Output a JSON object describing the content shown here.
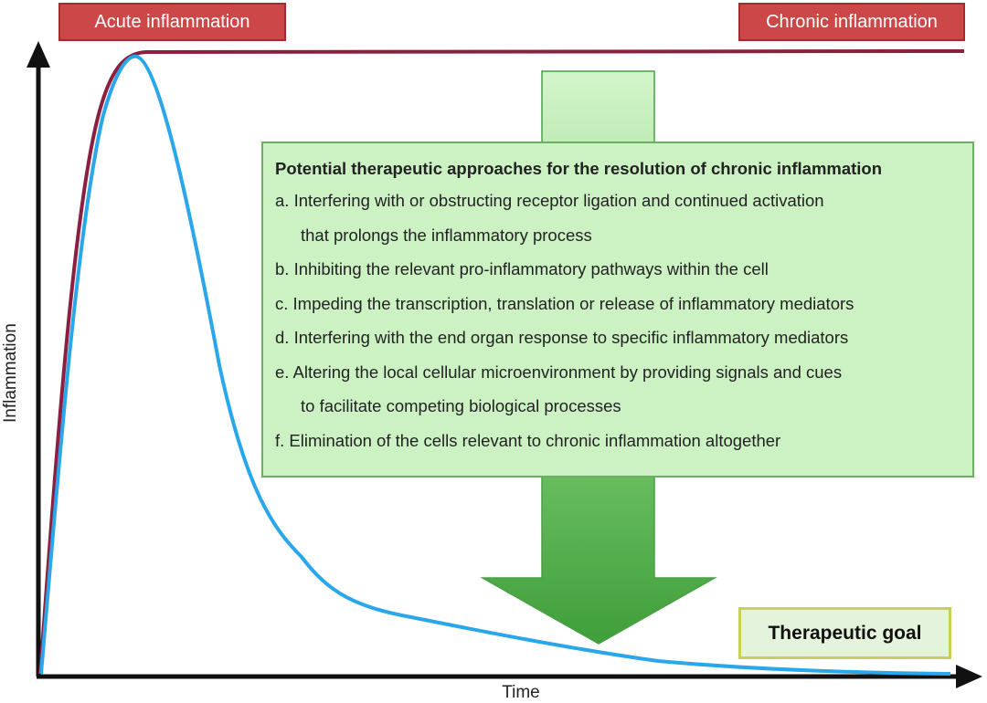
{
  "header": {
    "acute_label": "Acute inflammation",
    "chronic_label": "Chronic inflammation"
  },
  "axes": {
    "x_label": "Time",
    "y_label": "Inflammation"
  },
  "approaches": {
    "title": "Potential therapeutic approaches for the resolution of chronic inflammation",
    "items": [
      "a. Interfering with or obstructing receptor ligation and continued activation",
      "that prolongs the inflammatory process",
      "b. Inhibiting the relevant pro-inflammatory pathways within the cell",
      "c. Impeding the transcription, translation or release of inflammatory mediators",
      "d. Interfering with the end organ response to specific inflammatory mediators",
      "e. Altering the local cellular microenvironment by providing signals and cues",
      "to facilitate competing biological processes",
      "f. Elimination of the cells relevant to chronic inflammation altogether"
    ]
  },
  "goal": {
    "label": "Therapeutic goal"
  },
  "colors": {
    "chronic_curve": "#8b1f3f",
    "acute_curve": "#2aa7ea",
    "label_fill": "#cc4848",
    "box_fill": "#ccf2c4",
    "box_border": "#6ab060",
    "arrow_fill": "#5cb85c",
    "goal_border": "#c9cf52"
  }
}
